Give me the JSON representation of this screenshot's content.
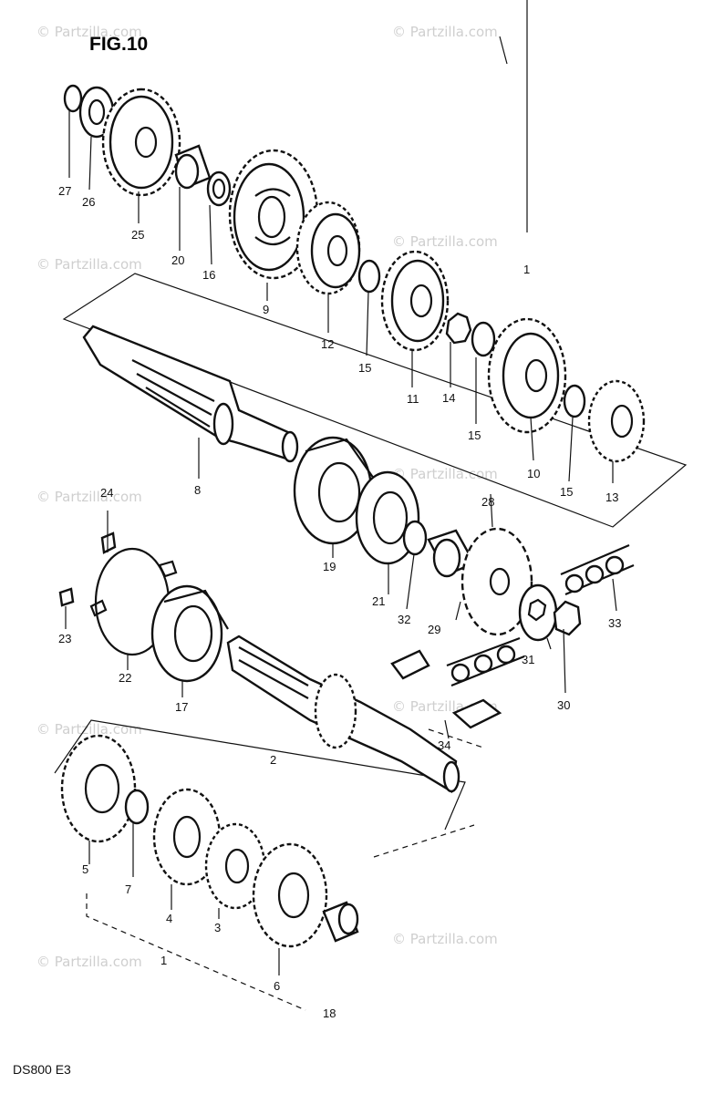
{
  "figure": {
    "title": "FIG.10",
    "code": "DS800 E3"
  },
  "watermark": {
    "text": "© Partzilla.com"
  },
  "callouts": {
    "c27": "27",
    "c26": "26",
    "c25": "25",
    "c20": "20",
    "c16": "16",
    "c9": "9",
    "c12": "12",
    "c15a": "15",
    "c11": "11",
    "c14": "14",
    "c15b": "15",
    "c10": "10",
    "c15c": "15",
    "c13": "13",
    "c1": "1",
    "c8": "8",
    "c19": "19",
    "c21": "21",
    "c32": "32",
    "c28": "28",
    "c29": "29",
    "c33": "33",
    "c24": "24",
    "c23": "23",
    "c22": "22",
    "c17": "17",
    "c31": "31",
    "c30": "30",
    "c34": "34",
    "c2": "2",
    "c5": "5",
    "c7": "7",
    "c4": "4",
    "c3": "3",
    "c6": "6",
    "c1b": "1",
    "c18": "18"
  },
  "icons": [
    "gear-icon",
    "shaft-icon",
    "bearing-icon",
    "chain-icon",
    "sprocket-icon"
  ]
}
